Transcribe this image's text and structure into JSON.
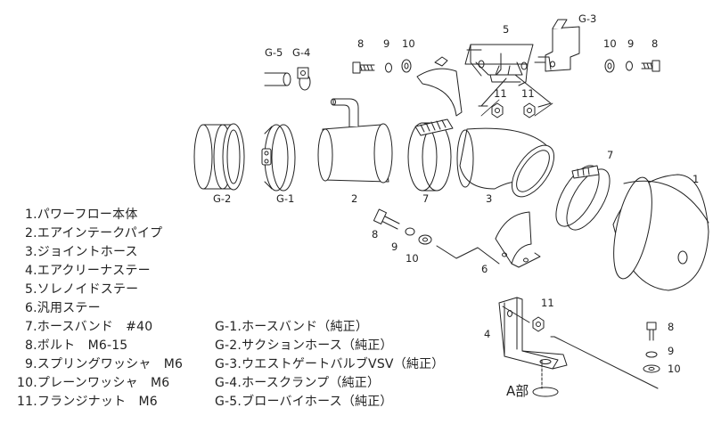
{
  "part_labels": {
    "p1": "1",
    "p2": "2",
    "p3": "3",
    "p4": "4",
    "p5": "5",
    "p6": "6",
    "p7a": "7",
    "p7b": "7",
    "p8a": "8",
    "p8b": "8",
    "p8c": "8",
    "p8d": "8",
    "p9a": "9",
    "p9b": "9",
    "p9c": "9",
    "p9d": "9",
    "p10a": "10",
    "p10b": "10",
    "p10c": "10",
    "p10d": "10",
    "p11a": "11",
    "p11b": "11",
    "p11c": "11",
    "g1": "G-1",
    "g2": "G-2",
    "g3": "G-3",
    "g4": "G-4",
    "g5": "G-5"
  },
  "detail_label": "A部",
  "legend_left": [
    {
      "marker": "1.",
      "text": "パワーフロー本体"
    },
    {
      "marker": "2.",
      "text": "エアインテークパイプ"
    },
    {
      "marker": "3.",
      "text": "ジョイントホース"
    },
    {
      "marker": "4.",
      "text": "エアクリーナステー"
    },
    {
      "marker": "5.",
      "text": "ソレノイドステー"
    },
    {
      "marker": "6.",
      "text": "汎用ステー"
    },
    {
      "marker": "7.",
      "text": "ホースバンド　#40"
    },
    {
      "marker": "8.",
      "text": "ボルト　M6-15"
    },
    {
      "marker": "9.",
      "text": "スプリングワッシャ　M6"
    },
    {
      "marker": "10.",
      "text": "プレーンワッシャ　M6"
    },
    {
      "marker": "11.",
      "text": "フランジナット　M6"
    }
  ],
  "legend_right": [
    {
      "marker": "G-1.",
      "text": "ホースバンド（純正）"
    },
    {
      "marker": "G-2.",
      "text": "サクションホース（純正）"
    },
    {
      "marker": "G-3.",
      "text": "ウエストゲートバルブVSV（純正）"
    },
    {
      "marker": "G-4.",
      "text": "ホースクランプ（純正）"
    },
    {
      "marker": "G-5.",
      "text": "ブローバイホース（純正）"
    }
  ]
}
